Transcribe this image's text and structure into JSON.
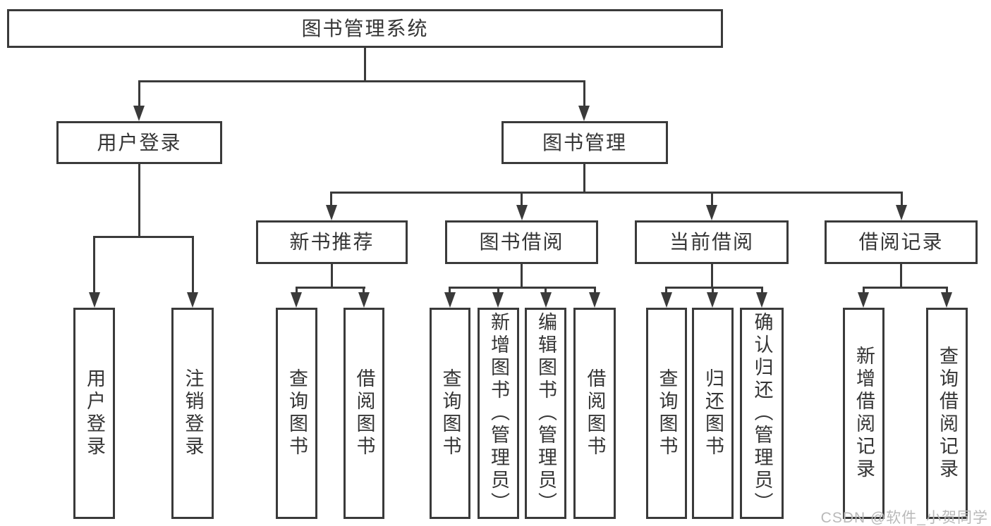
{
  "colors": {
    "line": "#3a3a3a",
    "text": "#353535",
    "watermark": "#b9b9b9",
    "background": "#ffffff"
  },
  "tree": {
    "root": {
      "label": "图书管理系统"
    },
    "branches": [
      {
        "label": "用户登录",
        "children": [
          {
            "label": "用户登录"
          },
          {
            "label": "注销登录"
          }
        ]
      },
      {
        "label": "图书管理",
        "groups": [
          {
            "label": "新书推荐",
            "children": [
              {
                "label": "查询图书"
              },
              {
                "label": "借阅图书"
              }
            ]
          },
          {
            "label": "图书借阅",
            "children": [
              {
                "label": "查询图书"
              },
              {
                "label": "新增图书（管理员）"
              },
              {
                "label": "编辑图书（管理员）"
              },
              {
                "label": "借阅图书"
              }
            ]
          },
          {
            "label": "当前借阅",
            "children": [
              {
                "label": "查询图书"
              },
              {
                "label": "归还图书"
              },
              {
                "label": "确认归还（管理员）"
              }
            ]
          },
          {
            "label": "借阅记录",
            "children": [
              {
                "label": "新增借阅记录"
              },
              {
                "label": "查询借阅记录"
              }
            ]
          }
        ]
      }
    ]
  },
  "watermark": {
    "text": "CSDN @软件_小贺同学"
  }
}
